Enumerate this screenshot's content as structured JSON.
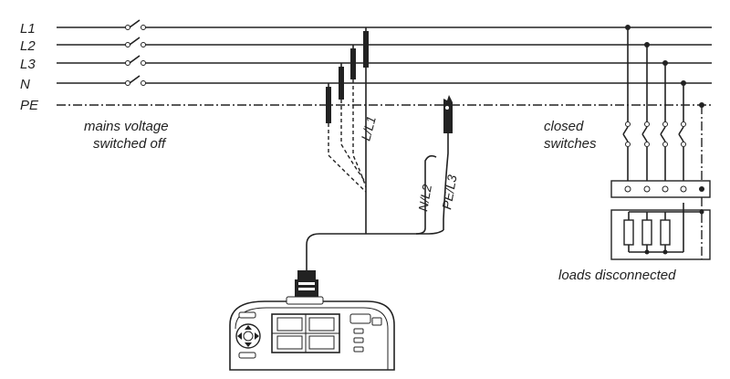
{
  "lines": [
    "L1",
    "L2",
    "L3",
    "N",
    "PE"
  ],
  "annotations": {
    "mains_off_line1": "mains voltage",
    "mains_off_line2": "switched off",
    "closed_line1": "closed",
    "closed_line2": "switches",
    "loads": "loads disconnected"
  },
  "probes": {
    "l_l1": "L/L1",
    "n_l2": "N/L2",
    "pe_l3": "PE/L3"
  },
  "icons": [
    "main-switch-icon",
    "test-probe-icon",
    "crocodile-clip-icon",
    "connector-plug-icon",
    "tester-instrument-icon",
    "load-resistor-icon"
  ]
}
